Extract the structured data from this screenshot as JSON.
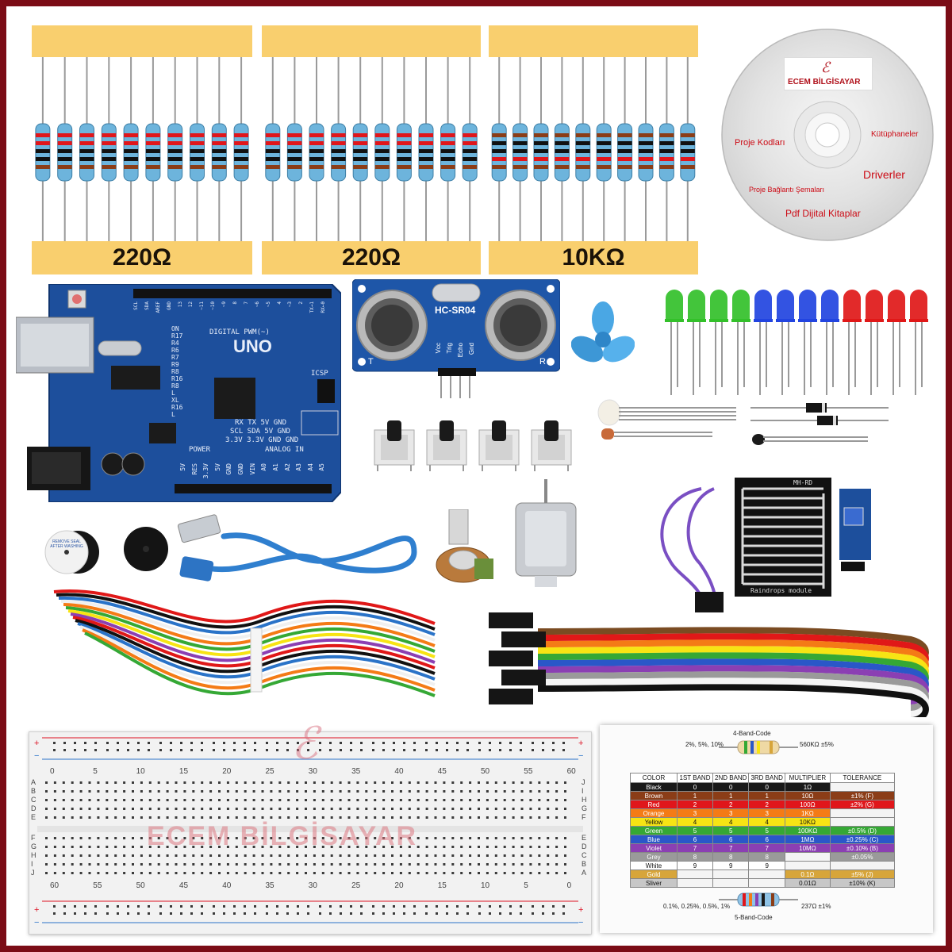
{
  "resistor_packs": [
    {
      "label": "220Ω"
    },
    {
      "label": "220Ω"
    },
    {
      "label": "10KΩ"
    }
  ],
  "cd": {
    "brand": "ECEM BİLGİSAYAR",
    "items": [
      "Proje Kodları",
      "Kütüphaneler",
      "Driverler",
      "Proje Bağlantı Şemaları",
      "Pdf Dijital Kitaplar"
    ]
  },
  "arduino": {
    "model": "UNO",
    "digital_label": "DIGITAL PWM(~)",
    "power_label": "POWER",
    "analog_label": "ANALOG IN",
    "bottom_pins": [
      "5V",
      "RES",
      "3.3V",
      "5V",
      "GND",
      "GND",
      "VIN",
      "A0",
      "A1",
      "A2",
      "A3",
      "A4",
      "A5"
    ],
    "right_pins": [
      "ON",
      "R17",
      "R4",
      "R6",
      "R7",
      "R9",
      "R8",
      "R16",
      "R8",
      "L",
      "XL",
      "R16",
      "L"
    ],
    "side_labels": [
      "SCL",
      "SDA",
      "AREF",
      "GND",
      "13",
      "12",
      "~11",
      "~10",
      "~9",
      "8",
      "7",
      "~6",
      "~5",
      "4",
      "~3",
      "2",
      "TX→1",
      "RX←0"
    ],
    "header_rows": [
      "RX  TX 5V  GND",
      "SCL SDA 5V  GND",
      "3.3V 3.3V GND GND"
    ],
    "icsp_label": "ICSP"
  },
  "ultrasonic": {
    "model": "HC-SR04",
    "pins": [
      "Vcc",
      "Trig",
      "Echo",
      "Gnd"
    ],
    "t_label": "T",
    "r_label": "R"
  },
  "rain_module": {
    "label": "Raindrops module",
    "code": "MH-RD"
  },
  "buzzer_text": "REMOVE SEAL AFTER WASHING",
  "breadboard": {
    "top_numbers": [
      "0",
      "5",
      "10",
      "15",
      "20",
      "25",
      "30",
      "35",
      "40",
      "45",
      "50",
      "55",
      "60"
    ],
    "bottom_numbers": [
      "60",
      "55",
      "50",
      "45",
      "40",
      "35",
      "30",
      "25",
      "20",
      "15",
      "10",
      "5",
      "0"
    ],
    "left_letters": [
      "A",
      "B",
      "C",
      "D",
      "E",
      "F",
      "G",
      "H",
      "I",
      "J"
    ],
    "right_letters": [
      "J",
      "I",
      "H",
      "G",
      "F",
      "E",
      "D",
      "C",
      "B",
      "A"
    ],
    "watermark": "ECEM BİLGİSAYAR",
    "plus": "+",
    "minus": "−"
  },
  "color_code": {
    "four_band_title": "4-Band-Code",
    "four_band_tol": "2%, 5%, 10%",
    "four_band_example": "560KΩ ±5%",
    "five_band_title": "5-Band-Code",
    "five_band_tol": "0.1%, 0.25%, 0.5%, 1%",
    "five_band_example": "237Ω ±1%",
    "headers": [
      "COLOR",
      "1ST BAND",
      "2ND BAND",
      "3RD BAND",
      "MULTIPLIER",
      "TOLERANCE"
    ],
    "rows": [
      {
        "name": "Black",
        "b1": "0",
        "b2": "0",
        "b3": "0",
        "mult": "1Ω",
        "tol": "",
        "bg": "#1a1a1a",
        "fg": "#ffffff"
      },
      {
        "name": "Brown",
        "b1": "1",
        "b2": "1",
        "b3": "1",
        "mult": "10Ω",
        "tol": "±1%   (F)",
        "bg": "#8b3d17",
        "fg": "#ffffff"
      },
      {
        "name": "Red",
        "b1": "2",
        "b2": "2",
        "b3": "2",
        "mult": "100Ω",
        "tol": "±2%   (G)",
        "bg": "#e0161b",
        "fg": "#ffffff"
      },
      {
        "name": "Orange",
        "b1": "3",
        "b2": "3",
        "b3": "3",
        "mult": "1KΩ",
        "tol": "",
        "bg": "#f47b16",
        "fg": "#ffffff"
      },
      {
        "name": "Yellow",
        "b1": "4",
        "b2": "4",
        "b3": "4",
        "mult": "10KΩ",
        "tol": "",
        "bg": "#f7e414",
        "fg": "#111111"
      },
      {
        "name": "Green",
        "b1": "5",
        "b2": "5",
        "b3": "5",
        "mult": "100KΩ",
        "tol": "±0.5%  (D)",
        "bg": "#35a835",
        "fg": "#ffffff"
      },
      {
        "name": "Blue",
        "b1": "6",
        "b2": "6",
        "b3": "6",
        "mult": "1MΩ",
        "tol": "±0.25% (C)",
        "bg": "#2a57c8",
        "fg": "#ffffff"
      },
      {
        "name": "Violet",
        "b1": "7",
        "b2": "7",
        "b3": "7",
        "mult": "10MΩ",
        "tol": "±0.10% (B)",
        "bg": "#8b3fb3",
        "fg": "#ffffff"
      },
      {
        "name": "Grey",
        "b1": "8",
        "b2": "8",
        "b3": "8",
        "mult": "",
        "tol": "±0.05%",
        "bg": "#9a9a9a",
        "fg": "#ffffff"
      },
      {
        "name": "White",
        "b1": "9",
        "b2": "9",
        "b3": "9",
        "mult": "",
        "tol": "",
        "bg": "#ffffff",
        "fg": "#111111"
      },
      {
        "name": "Gold",
        "b1": "",
        "b2": "",
        "b3": "",
        "mult": "0.1Ω",
        "tol": "±5%   (J)",
        "bg": "#d7a53a",
        "fg": "#ffffff"
      },
      {
        "name": "Sliver",
        "b1": "",
        "b2": "",
        "b3": "",
        "mult": "0.01Ω",
        "tol": "±10%  (K)",
        "bg": "#c7c7c7",
        "fg": "#111111"
      }
    ]
  },
  "colors": {
    "frame": "#7b0c16",
    "tape": "#f9cf6e",
    "board": "#1d4f9c",
    "breadboard": "#f2f2f2"
  }
}
